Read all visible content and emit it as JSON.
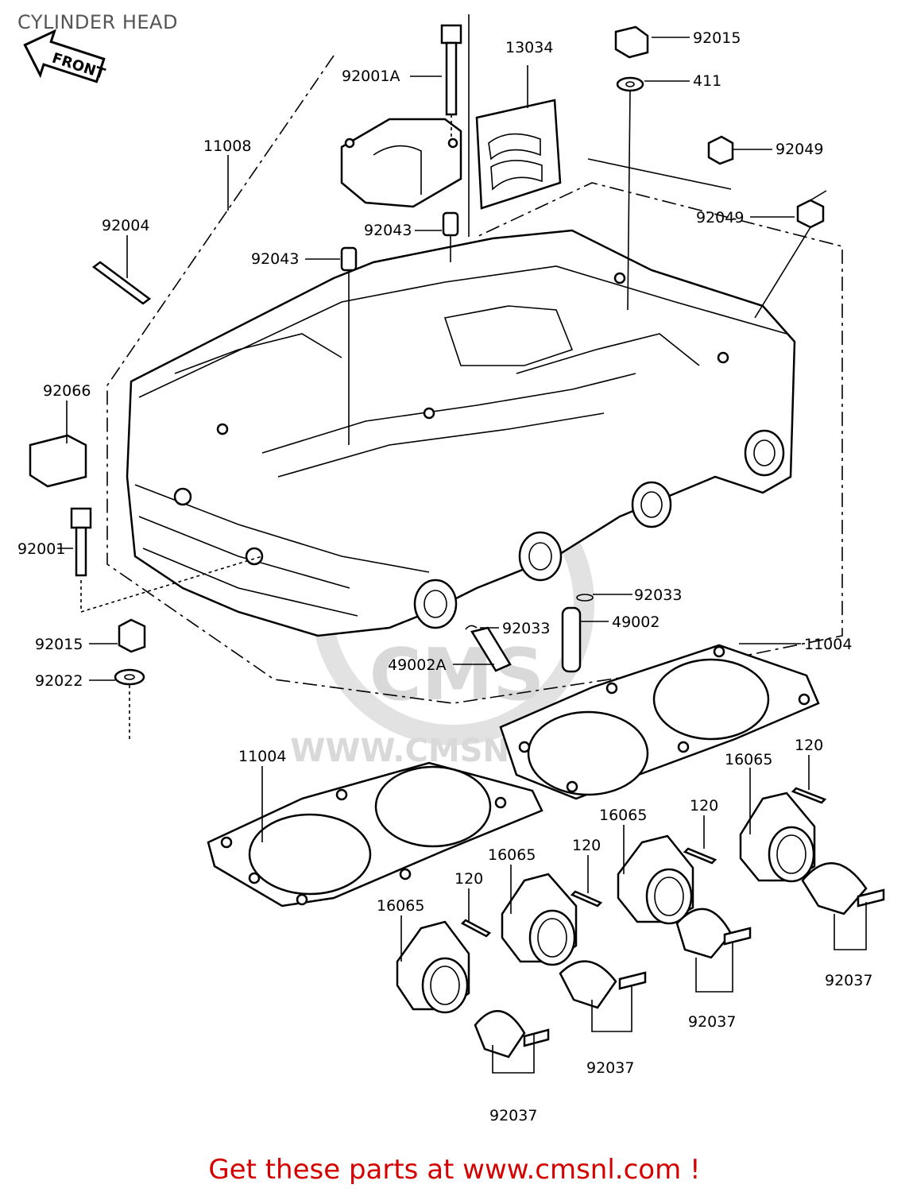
{
  "title": "CYLINDER HEAD",
  "front_marker": "FRONT",
  "watermark": "WWW.CMSNL.COM",
  "watermark_logo": "CMS",
  "footer": "Get these parts at www.cmsnl.com !",
  "labels": {
    "p92015_top": "92015",
    "p411": "411",
    "p13034": "13034",
    "p92001A": "92001A",
    "p11008": "11008",
    "p92049_a": "92049",
    "p92049_b": "92049",
    "p92004": "92004",
    "p92043_a": "92043",
    "p92043_b": "92043",
    "p92066": "92066",
    "p92001": "92001",
    "p92015_left": "92015",
    "p92022": "92022",
    "p92033_a": "92033",
    "p92033_b": "92033",
    "p49002": "49002",
    "p49002A": "49002A",
    "p11004_a": "11004",
    "p11004_b": "11004",
    "p16065_a": "16065",
    "p16065_b": "16065",
    "p16065_c": "16065",
    "p16065_d": "16065",
    "p120_a": "120",
    "p120_b": "120",
    "p120_c": "120",
    "p120_d": "120",
    "p92037_a": "92037",
    "p92037_b": "92037",
    "p92037_c": "92037",
    "p92037_d": "92037"
  }
}
